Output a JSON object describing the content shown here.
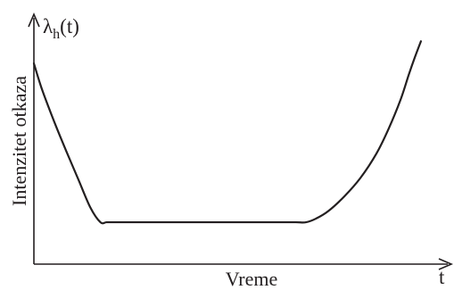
{
  "chart_data": {
    "type": "line",
    "title": "",
    "xlabel": "Vreme",
    "ylabel": "Intenzitet otkaza",
    "x_axis_symbol": "t",
    "y_axis_symbol_main": "λ",
    "y_axis_symbol_sub": "h",
    "y_axis_symbol_tail": "(t)",
    "grid": false,
    "legend": "none",
    "xlim": [
      0,
      100
    ],
    "ylim": [
      0,
      100
    ],
    "series": [
      {
        "color": "#231f20",
        "x": [
          0,
          2,
          5,
          8,
          11,
          14,
          16.5,
          18,
          20,
          30,
          40,
          50,
          60,
          65,
          67.5,
          70,
          73,
          77,
          81,
          85,
          88,
          91,
          93,
          94.5,
          96
        ],
        "y": [
          81.5,
          71,
          58,
          46,
          34.5,
          23,
          17,
          17,
          17,
          17,
          17,
          17,
          17,
          17,
          17,
          18.5,
          21.5,
          27.5,
          35,
          45,
          55,
          67,
          77,
          84,
          90.5
        ]
      }
    ],
    "colors": {
      "axis": "#231f20",
      "curve": "#231f20",
      "background": "#ffffff"
    }
  }
}
